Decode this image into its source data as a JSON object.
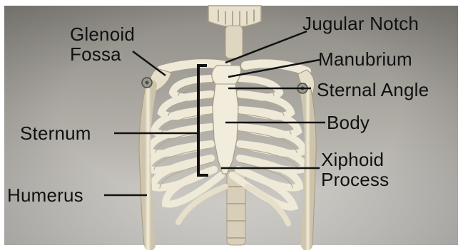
{
  "labels": {
    "glenoid_fossa": [
      "Glenoid",
      "Fossa"
    ],
    "jugular_notch": "Jugular Notch",
    "manubrium": "Manubrium",
    "sternal_angle": "Sternal Angle",
    "sternum": "Sternum",
    "body": "Body",
    "xiphoid_process": [
      "Xiphoid",
      "Process"
    ],
    "humerus": "Humerus"
  },
  "colors": {
    "background_top": "#8d8a84",
    "background_bottom": "#d8d6d2",
    "bone": "#ece6d4",
    "bone_shadow": "#b9ae95",
    "leader": "#111111",
    "text": "#111111"
  }
}
